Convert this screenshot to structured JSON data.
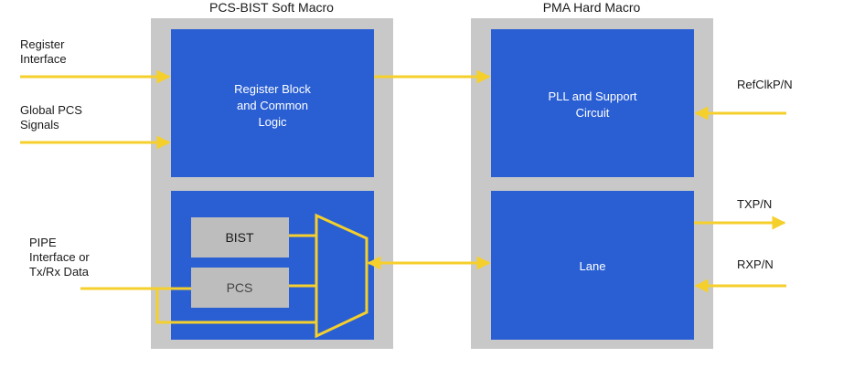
{
  "colors": {
    "macro_gray": "#c8c8c8",
    "block_blue": "#2a5fd3",
    "sub_gray": "#bdbdbd",
    "signal_yellow": "#f5cf2b"
  },
  "soft_macro": {
    "title": "PCS-BIST Soft Macro",
    "register_block": [
      "Register Block",
      "and Common",
      "Logic"
    ],
    "bist_label": "BIST",
    "pcs_label": "PCS"
  },
  "hard_macro": {
    "title": "PMA Hard Macro",
    "pll_block": [
      "PLL and Support",
      "Circuit"
    ],
    "lane_block": "Lane"
  },
  "left_signals": {
    "register_interface": [
      "Register",
      "Interface"
    ],
    "global_pcs": [
      "Global PCS",
      "Signals"
    ],
    "pipe": [
      "PIPE",
      "Interface or",
      "Tx/Rx Data"
    ]
  },
  "right_signals": {
    "refclk": "RefClkP/N",
    "txp": "TXP/N",
    "rxp": "RXP/N"
  }
}
